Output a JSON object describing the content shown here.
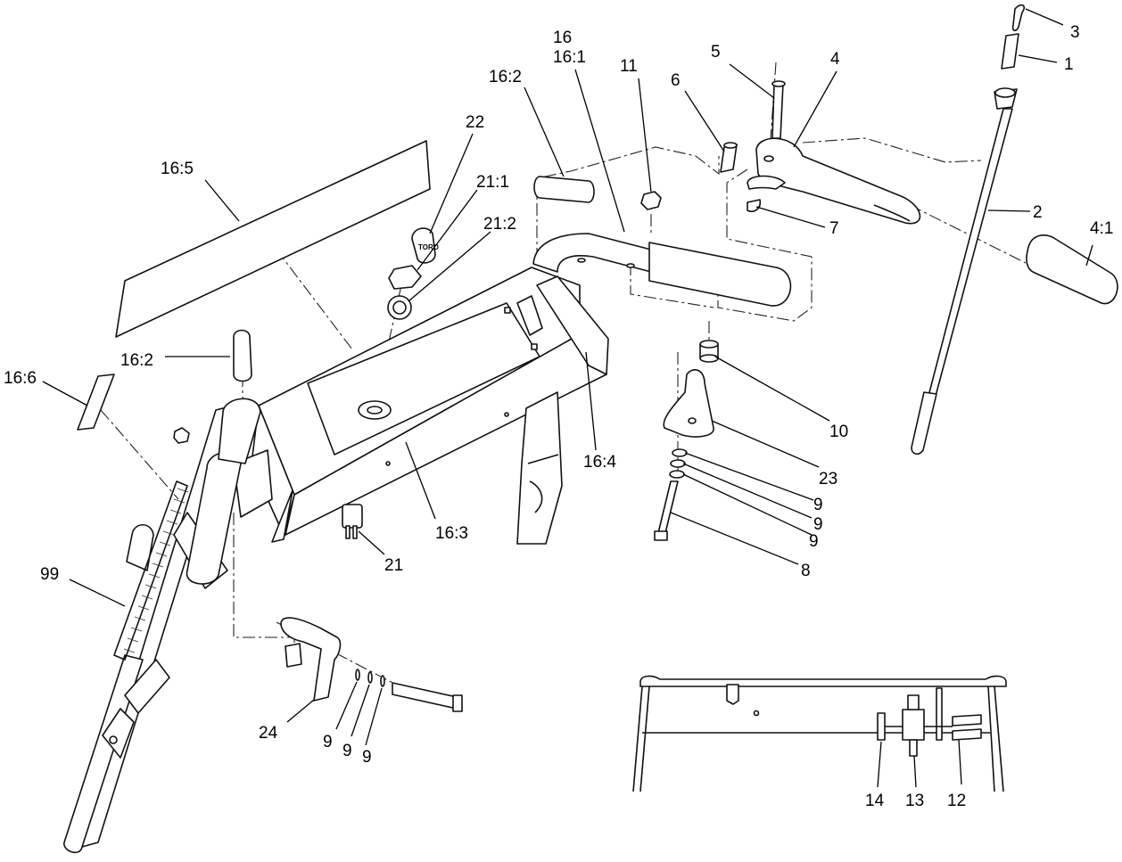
{
  "diagram": {
    "callouts": {
      "c16": "16",
      "c16_1": "16:1",
      "c16_2a": "16:2",
      "c16_2b": "16:2",
      "c16_3": "16:3",
      "c16_4": "16:4",
      "c16_5": "16:5",
      "c16_6": "16:6",
      "c1": "1",
      "c2": "2",
      "c3": "3",
      "c4": "4",
      "c4_1": "4:1",
      "c5": "5",
      "c6": "6",
      "c7": "7",
      "c8": "8",
      "c9a": "9",
      "c9b": "9",
      "c9c": "9",
      "c9d": "9",
      "c9e": "9",
      "c9f": "9",
      "c10": "10",
      "c11": "11",
      "c12": "12",
      "c13": "13",
      "c14": "14",
      "c21": "21",
      "c21_1": "21:1",
      "c21_2": "21:2",
      "c22": "22",
      "c23": "23",
      "c24": "24",
      "c99": "99"
    },
    "key_label": "TORO"
  }
}
